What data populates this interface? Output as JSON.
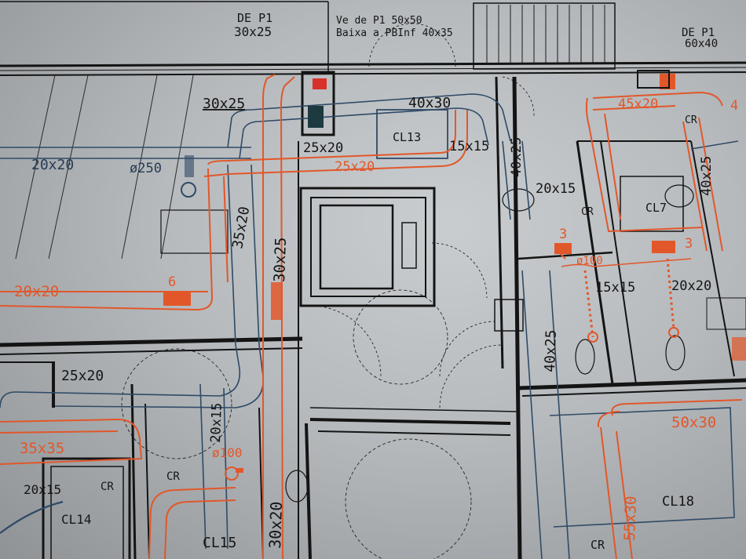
{
  "labels": {
    "de_p1_left": "DE P1",
    "de_p1_left_size": "30x25",
    "ve_de_p1": "Ve de P1 50x50",
    "baixa": "Baixa a PBInf 40x35",
    "de_p1_right": "DE P1",
    "de_p1_right_size": "60x40",
    "duct_30x25_top": "30x25",
    "duct_40x30": "40x30",
    "cl13": "CL13",
    "duct_25x20_blue": "25x20",
    "duct_25x20_orange": "25x20",
    "duct_15x15_top": "15x15",
    "duct_20x20_blue": "20x20",
    "phi250": "ø250",
    "duct_45x20": "45x20",
    "cr_right_top": "CR",
    "duct_4_partial": "4",
    "duct_40x25_upper": "40x25",
    "duct_40x25_right": "40x25",
    "duct_20x15_mid": "20x15",
    "cr_mid": "CR",
    "cl7": "CL7",
    "duct_35x20": "35x20",
    "duct_30x25_vert": "30x25",
    "duct_20x20_orange": "20x20",
    "num_6": "6",
    "num_3_a": "3",
    "num_3_b": "3",
    "phi100_right": "ø100",
    "duct_15x15_right": "15x15",
    "duct_20x20_right": "20x20",
    "duct_40x25_vert": "40x25",
    "duct_25x20_lower": "25x20",
    "duct_20x15_lower": "20x15",
    "duct_35x35": "35x35",
    "phi100_lower": "ø100",
    "duct_20x15_bottom": "20x15",
    "cr_lower": "CR",
    "cr_lower_mid": "CR",
    "cl14": "CL14",
    "cl15": "CL15",
    "duct_30x20": "30x20",
    "duct_50x30": "50x30",
    "duct_55x30": "55x30",
    "cl18": "CL18",
    "cr_bottom": "CR"
  },
  "colors": {
    "supply_duct": "#e2572a",
    "return_duct": "#2f4a66",
    "walls": "#141414",
    "paper": "#c9cdd0"
  }
}
